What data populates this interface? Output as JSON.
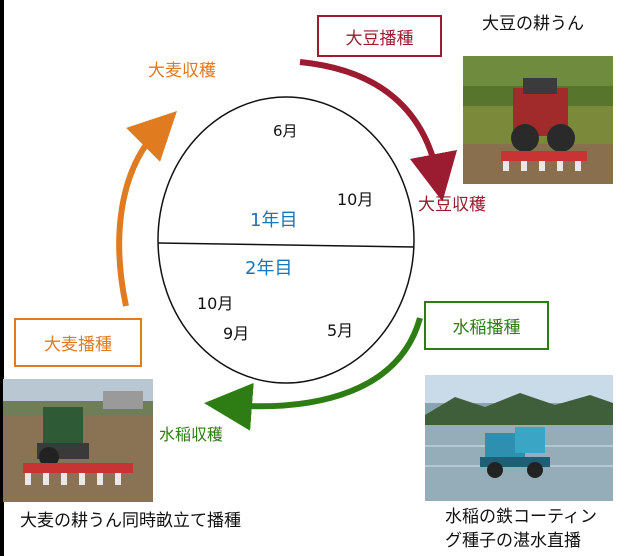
{
  "colors": {
    "orange": "#e07b1f",
    "dark_red": "#9b1b30",
    "green": "#2e7d14",
    "blue": "#1b73b8",
    "black": "#111111"
  },
  "cycle": {
    "year1": "1年目",
    "year2": "2年目",
    "months": {
      "jun": "6月",
      "oct_top": "10月",
      "oct_bottom": "10月",
      "sep": "9月",
      "may": "5月"
    }
  },
  "stages": {
    "barley_harvest": "大麦収穫",
    "soybean_sowing": "大豆播種",
    "soybean_harvest": "大豆収穫",
    "rice_sowing": "水稲播種",
    "rice_harvest": "水稲収穫",
    "barley_sowing": "大麦播種"
  },
  "photos": {
    "soybean_tillage": {
      "caption": "大豆の耕うん",
      "icon": "tractor-field-photo"
    },
    "rice_direct_seeding": {
      "caption_line1": "水稲の鉄コーティン",
      "caption_line2": "グ種子の湛水直播",
      "icon": "flooded-paddy-seeder-photo"
    },
    "barley_seeding": {
      "caption": "大麦の耕うん同時畝立て播種",
      "icon": "tractor-seeder-photo"
    }
  }
}
